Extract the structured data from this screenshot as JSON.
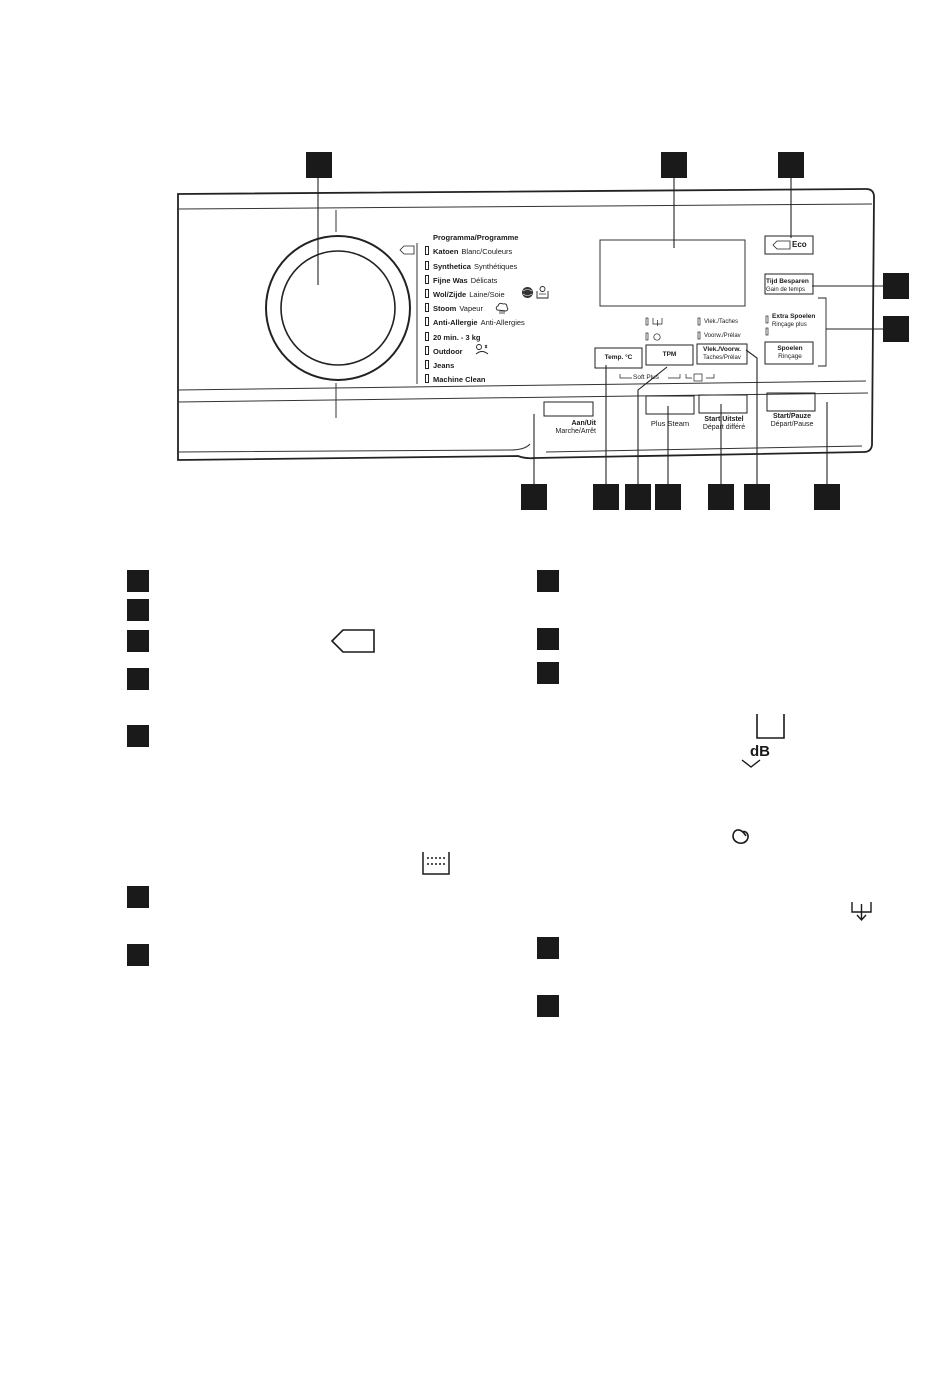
{
  "panel": {
    "program_title": "Programma/Programme",
    "programs": [
      {
        "nl": "Katoen",
        "fr": "Blanc/Couleurs"
      },
      {
        "nl": "Synthetica",
        "fr": "Synthétiques"
      },
      {
        "nl": "Fijne Was",
        "fr": "Délicats"
      },
      {
        "nl": "Wol/Zijde",
        "fr": "Laine/Soie"
      },
      {
        "nl": "Stoom",
        "fr": "Vapeur"
      },
      {
        "nl": "Anti-Allergie",
        "fr": "Anti-Allergies"
      },
      {
        "nl": "20 min. - 3 kg",
        "fr": ""
      },
      {
        "nl": "Outdoor",
        "fr": ""
      },
      {
        "nl": "Jeans",
        "fr": ""
      },
      {
        "nl": "Machine Clean",
        "fr": ""
      }
    ],
    "buttons": {
      "eco": "Eco",
      "time_save_nl": "Tijd Besparen",
      "time_save_fr": "Gain de temps",
      "extra_rinse_nl": "Extra Spoelen",
      "extra_rinse_fr": "Rinçage plus",
      "rinse_nl": "Spoelen",
      "rinse_fr": "Rinçage",
      "temp": "Temp. °C",
      "tpm": "TPM",
      "stain_nl": "Vlek./Voorw.",
      "stain_fr": "Taches/Prélav",
      "indicator_stain": "Vlek./Taches",
      "indicator_prewash": "Voorw./Prélav",
      "soft_plus": "Soft Plus",
      "onoff_nl": "Aan/Uit",
      "onoff_fr": "Marche/Arrêt",
      "plus_steam": "Plus Steam",
      "delay_nl": "Start Uitstel",
      "delay_fr": "Départ différé",
      "startpause_nl": "Start/Pauze",
      "startpause_fr": "Départ/Pause"
    }
  },
  "icons": [
    "tag-icon",
    "db-down-icon",
    "spin-icon",
    "drain-icon",
    "water-level-icon",
    "rectangle-icon",
    "wool-ball-icon",
    "hand-wash-icon",
    "steam-icon",
    "outdoor-icon",
    "lock-icon"
  ],
  "colors": {
    "ink": "#1a1a1a",
    "callout": "#1a1a1a",
    "line": "#222222"
  }
}
